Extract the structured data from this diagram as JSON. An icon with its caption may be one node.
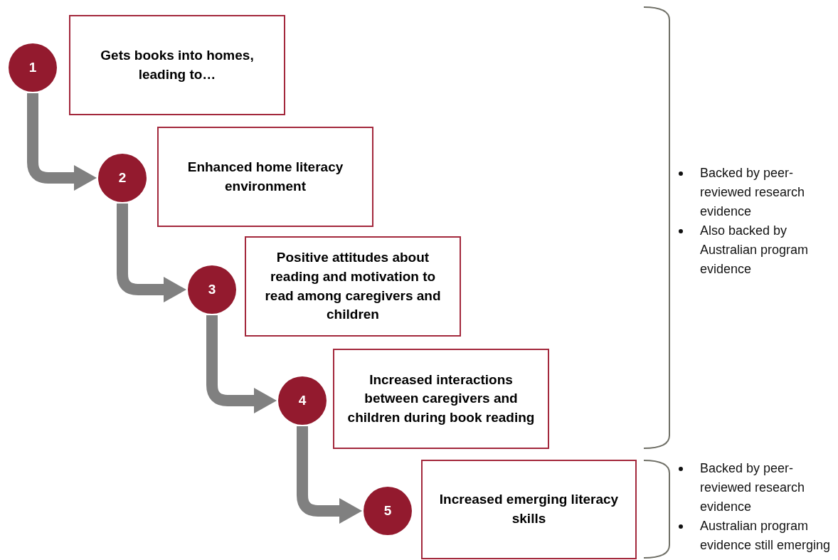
{
  "diagram": {
    "nodes": [
      {
        "text": [
          "1"
        ]
      },
      {
        "text": [
          "Gets books into homes, leading to…"
        ]
      },
      {
        "text": [
          "2"
        ]
      },
      {
        "text": [
          "Enhanced home literacy environment"
        ]
      },
      {
        "text": [
          "3"
        ]
      },
      {
        "text": [
          "Positive attitudes about reading and motivation to read among caregivers and children"
        ]
      },
      {
        "text": [
          "4"
        ]
      },
      {
        "text": [
          "Increased interactions between caregivers and children during book reading"
        ]
      },
      {
        "text": [
          "5"
        ]
      },
      {
        "text": [
          "Increased emerging literacy skills"
        ]
      }
    ],
    "edges": [
      {
        "from": 0,
        "to": 2,
        "arrow": "to"
      },
      {
        "from": 2,
        "to": 4,
        "arrow": "to"
      },
      {
        "from": 4,
        "to": 6,
        "arrow": "to"
      },
      {
        "from": 6,
        "to": 8,
        "arrow": "to"
      }
    ],
    "labels": [
      "Backed by peer-reviewed research evidence",
      "Also backed by Australian program evidence",
      "Backed by peer-reviewed research evidence",
      "Australian program evidence still emerging"
    ]
  }
}
